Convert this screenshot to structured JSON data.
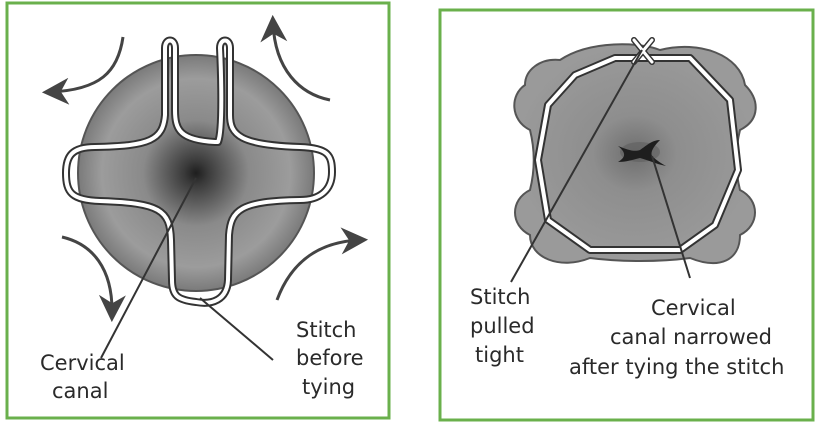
{
  "figure": {
    "frame_color": "#6ab04c",
    "left_panel": {
      "label_canal_line1": "Cervical",
      "label_canal_line2": "canal",
      "label_stitch_line1": "Stitch",
      "label_stitch_line2": "before",
      "label_stitch_line3": "tying"
    },
    "right_panel": {
      "label_stitch_line1": "Stitch",
      "label_stitch_line2": "pulled",
      "label_stitch_line3": "tight",
      "label_canal_line1": "Cervical",
      "label_canal_line2": "canal narrowed",
      "label_canal_line3": "after tying the stitch"
    }
  }
}
